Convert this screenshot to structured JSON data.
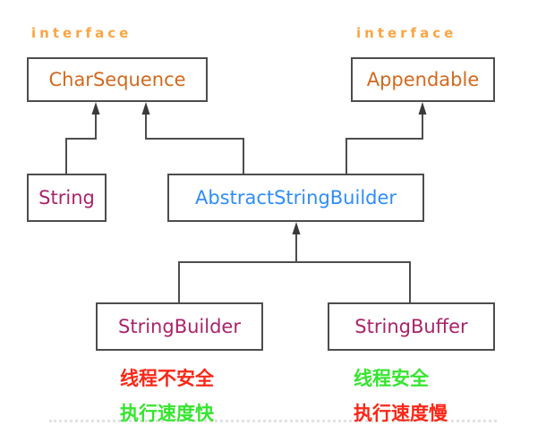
{
  "diagram": {
    "stereotypes": {
      "left": "interface",
      "right": "interface"
    },
    "nodes": {
      "charsequence": {
        "label": "CharSequence",
        "kind": "interface"
      },
      "appendable": {
        "label": "Appendable",
        "kind": "interface"
      },
      "string": {
        "label": "String",
        "kind": "class"
      },
      "abstract_string_builder": {
        "label": "AbstractStringBuilder",
        "kind": "abstract-class"
      },
      "string_builder": {
        "label": "StringBuilder",
        "kind": "class"
      },
      "string_buffer": {
        "label": "StringBuffer",
        "kind": "class"
      }
    },
    "edges": [
      {
        "from": "String",
        "to": "CharSequence"
      },
      {
        "from": "AbstractStringBuilder",
        "to": "CharSequence"
      },
      {
        "from": "AbstractStringBuilder",
        "to": "Appendable"
      },
      {
        "from": "StringBuilder",
        "to": "AbstractStringBuilder"
      },
      {
        "from": "StringBuffer",
        "to": "AbstractStringBuilder"
      }
    ],
    "annotations": {
      "builder_thread": {
        "text": "线程不安全",
        "color": "#fb2616"
      },
      "builder_speed": {
        "text": "执行速度快",
        "color": "#35e52e"
      },
      "buffer_thread": {
        "text": "线程安全",
        "color": "#35e52e"
      },
      "buffer_speed": {
        "text": "执行速度慢",
        "color": "#fb2616"
      }
    },
    "colors": {
      "stereotype_text": "#fba542",
      "interface_node_text": "#d2691e",
      "class_node_text": "#aa2369",
      "abstract_node_text": "#2f8dfb",
      "line": "#4d4d4d",
      "unsafe_red": "#fb2616",
      "safe_green": "#35e52e"
    }
  }
}
